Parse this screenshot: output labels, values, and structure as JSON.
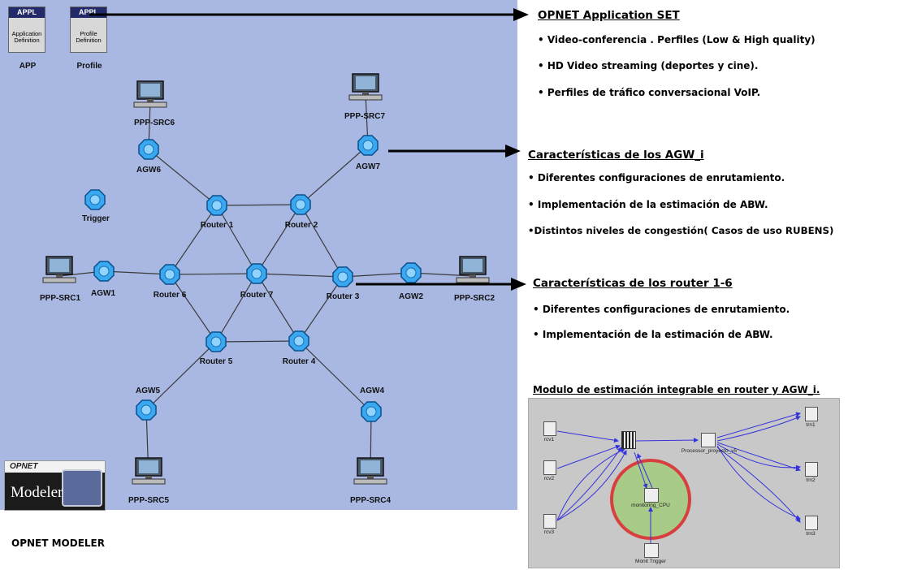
{
  "network": {
    "objects": {
      "app": {
        "tag": "APPL",
        "sub": "Application Definition",
        "label": "APP"
      },
      "profile": {
        "tag": "APPL",
        "sub": "Profile Definition",
        "label": "Profile"
      }
    },
    "nodes": {
      "pppsrc6": "PPP-SRC6",
      "pppsrc7": "PPP-SRC7",
      "agw6": "AGW6",
      "agw7": "AGW7",
      "trigger": "Trigger",
      "router1": "Router 1",
      "router2": "Router 2",
      "pppsrc1": "PPP-SRC1",
      "agw1": "AGW1",
      "router6": "Router 6",
      "router7": "Router 7",
      "router3": "Router 3",
      "agw2": "AGW2",
      "pppsrc2": "PPP-SRC2",
      "router5": "Router 5",
      "router4": "Router 4",
      "agw5": "AGW5",
      "agw4": "AGW4",
      "pppsrc5": "PPP-SRC5",
      "pppsrc4": "PPP-SRC4"
    },
    "logo": {
      "brand": "OPNET",
      "product": "Modeler",
      "caption": "OPNET MODELER"
    }
  },
  "annotations": {
    "app_set": {
      "heading": "OPNET Application SET",
      "bullets": [
        "• Video-conferencia . Perfiles (Low & High quality)",
        "• HD Video streaming (deportes y cine).",
        "• Perfiles de tráfico conversacional VoIP."
      ]
    },
    "agw": {
      "heading": "Características de los AGW_i",
      "bullets": [
        "• Diferentes configuraciones de enrutamiento.",
        "• Implementación de la estimación de ABW.",
        "•Distintos niveles de congestión( Casos de uso RUBENS)"
      ]
    },
    "router": {
      "heading": "Características de los router 1-6",
      "bullets": [
        "• Diferentes configuraciones de enrutamiento.",
        "• Implementación de la estimación de ABW."
      ]
    },
    "module": {
      "heading": "Modulo de estimación integrable en router y AGW_i."
    }
  },
  "process_model": {
    "rcv1": "rcv1",
    "rcv2": "rcv2",
    "rcv3": "rcv3",
    "processor": "Processor_proyecto_v5",
    "monitoring": "monitoring_CPU",
    "trigger": "Monit Trigger",
    "tm1": "trn1",
    "tm2": "trn2",
    "tm3": "trn3"
  },
  "colors": {
    "canvas": "#a9b8e3",
    "node": "#3aa8f0",
    "link": "#3a3a3a",
    "circle_fill": "#a8cc88",
    "circle_stroke": "#d84040",
    "arrow": "#3333dd"
  }
}
